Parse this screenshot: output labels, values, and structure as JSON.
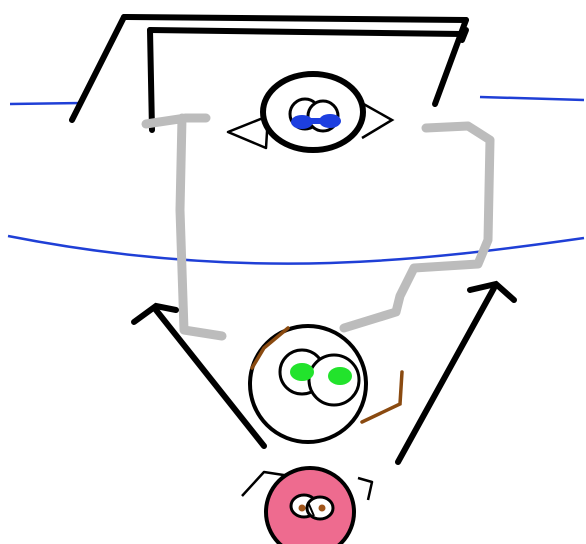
{
  "scene": {
    "background": "#ffffff",
    "colors": {
      "ink": "#000000",
      "horizon_blue": "#1f3fd6",
      "gray_path": "#bcbcbc",
      "blue_iris": "#1d3fe0",
      "green_iris": "#22e32c",
      "brown_brow": "#8a4a10",
      "pink_face": "#ee6b8f",
      "brown_iris": "#a0551a"
    },
    "figures": [
      "screen-eye-figure",
      "middle-face-figure",
      "pink-face-figure"
    ]
  }
}
